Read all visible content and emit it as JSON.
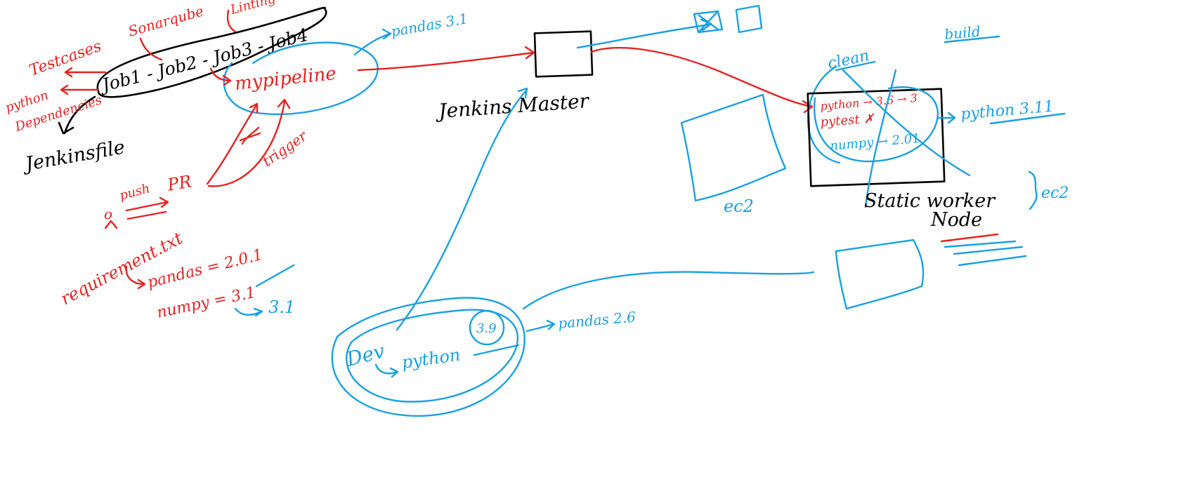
{
  "colors": {
    "ink_black": "#000000",
    "ink_red": "#e52222",
    "ink_blue": "#1aa0e0"
  },
  "labels": {
    "testcases": "Testcases",
    "sonarqube": "Sonarqube",
    "linting": "Linting",
    "python_dependencies": "python\nDependencies",
    "jobs_chain": "Job1 - Job2 - Job3 - Job4",
    "jenkinsfile": "Jenkinsfile",
    "mypipeline": "mypipeline",
    "pandas_31": "pandas 3.1",
    "jenkins_master": "Jenkins Master",
    "push_pr": "push",
    "pr": "PR",
    "trigger": "trigger",
    "requirement_txt": "requirement.txt",
    "pandas_req": "pandas = 2.0.1",
    "numpy_req": "numpy = 3.1",
    "arrow_31": "3.1",
    "dev": "Dev",
    "python_39": "python",
    "version_39": "3.9",
    "pandas_26": "pandas 2.6",
    "ec2_box": "ec2",
    "clean": "clean",
    "build": "build",
    "node_python": "python → 3.6 → 3",
    "node_pytest": "pytest ✗",
    "node_numpy": "numpy → 2.01",
    "python_311": "python 3.11",
    "static_worker_node": "Static worker\nNode",
    "ec2_right": "ec2"
  }
}
